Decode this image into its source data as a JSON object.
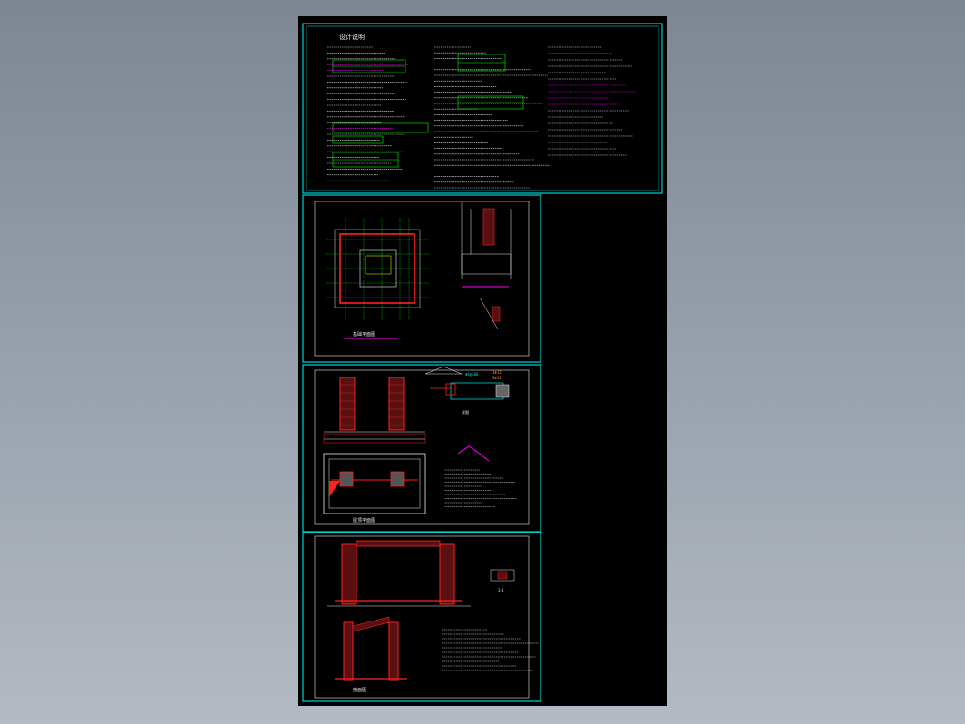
{
  "drawing": {
    "sheet1_title": "设计说明",
    "sheet2_caption": "基础平面图",
    "sheet3_caption": "屋顶平面图",
    "sheet4_caption": "剖面图",
    "detail_caption": "详图",
    "section_caption": "1-1"
  },
  "colors": {
    "frame": "#00d2d2",
    "cad_green": "#00ff00",
    "cad_red": "#ff2020",
    "cad_magenta": "#ff00ff",
    "cad_white": "#e8e8e8",
    "cad_yellow": "#ffff00",
    "cad_orange": "#ff9000"
  }
}
